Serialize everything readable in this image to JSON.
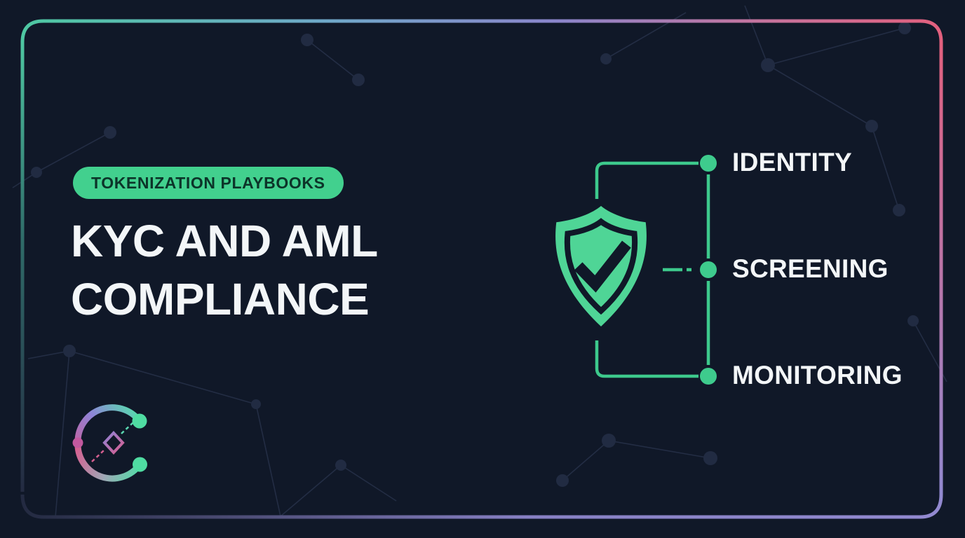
{
  "slide": {
    "badge": {
      "label": "TOKENIZATION PLAYBOOKS"
    },
    "title": {
      "line1": "KYC AND AML",
      "line2": "COMPLIANCE"
    }
  },
  "diagram": {
    "icon": "shield-check",
    "nodes": [
      {
        "label": "IDENTITY"
      },
      {
        "label": "SCREENING"
      },
      {
        "label": "MONITORING"
      }
    ]
  },
  "colors": {
    "background": "#101828",
    "accent_green": "#4fd596",
    "node_dot_green": "#3ecb8d",
    "connector_green": "#3dc98c",
    "badge_bg": "#42d08e",
    "badge_text": "#0c3429",
    "text_white": "#f3f6f8",
    "border_teal": "#4ec7a2",
    "border_blue": "#6fa8c9",
    "border_violet": "#8a85cb",
    "border_pink": "#e2607e",
    "border_purple": "#9289d0",
    "border_dark": "#232a41",
    "logo_teal": "#5ad6b0",
    "logo_purple": "#8e84d8",
    "logo_pink": "#d55f90",
    "logo_magenta": "#c2599f",
    "logo_dot_green": "#4fdca2",
    "network_line": "#273149",
    "network_dot": "#212b42"
  }
}
